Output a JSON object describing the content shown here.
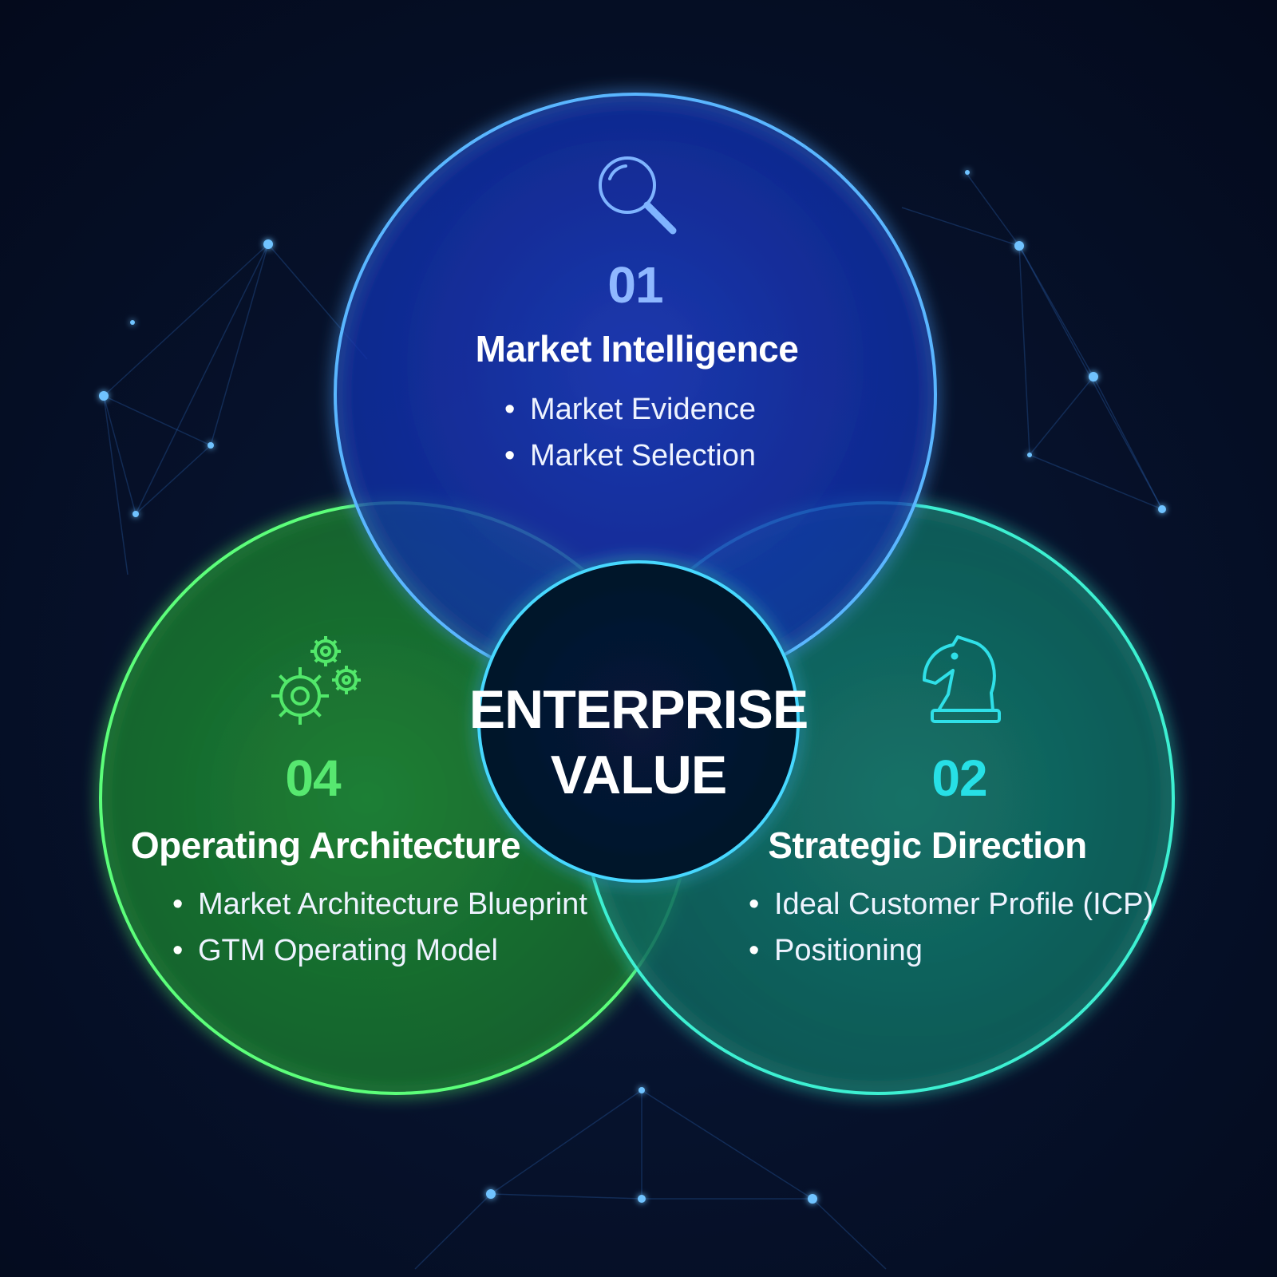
{
  "diagram": {
    "center": {
      "line1": "ENTERPRISE",
      "line2": "VALUE"
    },
    "segments": [
      {
        "number": "01",
        "title": "Market Intelligence",
        "icon": "magnifying-glass-icon",
        "color": "#8fb8ff",
        "bullets": [
          "Market Evidence",
          "Market Selection"
        ]
      },
      {
        "number": "02",
        "title": "Strategic Direction",
        "icon": "chess-knight-icon",
        "color": "#27e0e6",
        "bullets": [
          "Ideal Customer Profile (ICP)",
          "Positioning"
        ]
      },
      {
        "number": "04",
        "title": "Operating Architecture",
        "icon": "gears-icon",
        "color": "#57e870",
        "bullets": [
          "Market Architecture Blueprint",
          "GTM Operating Model"
        ]
      }
    ]
  },
  "colors": {
    "background": "#050d22",
    "blue_circle": "#2f63ff",
    "green_circle": "#2fcf45",
    "teal_circle": "#1fb79a",
    "center_circle": "#071634"
  }
}
